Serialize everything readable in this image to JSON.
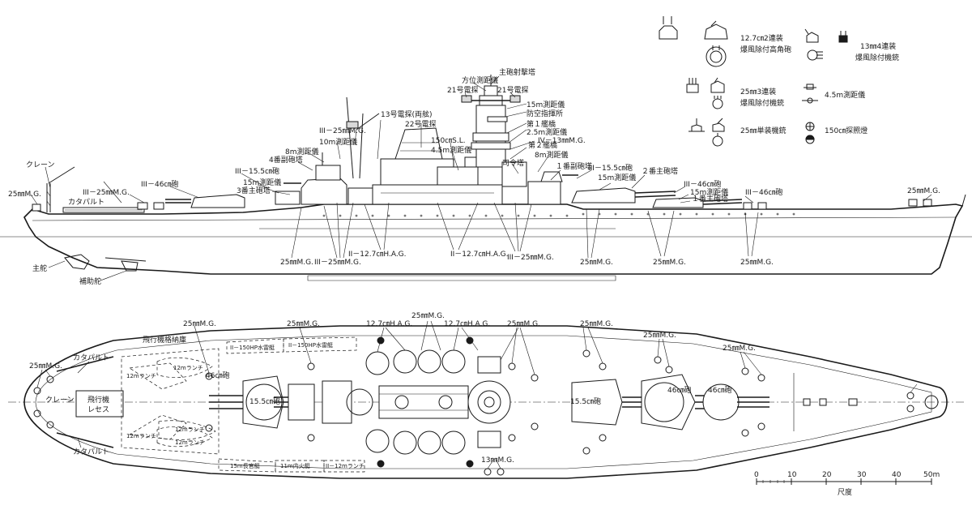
{
  "legend": {
    "items": [
      {
        "key": "hag2",
        "label_lines": [
          "12.7㎝2連装",
          "爆風除付高角砲"
        ]
      },
      {
        "key": "mg4",
        "label_lines": [
          "13㎜4連装",
          "爆風除付機銃"
        ]
      },
      {
        "key": "mg3",
        "label_lines": [
          "25㎜3連装",
          "爆風除付機銃"
        ]
      },
      {
        "key": "rf45",
        "label_lines": [
          "4.5m測距儀"
        ]
      },
      {
        "key": "mg1",
        "label_lines": [
          "25㎜単装機銃"
        ]
      },
      {
        "key": "sl150",
        "label_lines": [
          "150㎝探照燈"
        ]
      }
    ]
  },
  "side_view": {
    "labels": {
      "crane": "クレーン",
      "mg25_stern": "25㎜M.G.",
      "catapult": "カタパルト",
      "mg3_25_aft": "III－25㎜M.G.",
      "gun3_46_aft": "III－46㎝砲",
      "gun3_155_aft": "III－15.5㎝砲",
      "rf15_aft": "15m測距儀",
      "turret3": "3番主砲塔",
      "turret4_sec": "4番副砲塔",
      "rf8_aft": "8m測距儀",
      "rf10": "10m測距儀",
      "mg3_25_mast": "III－25㎜M.G.",
      "radar13": "13号電探(両舷)",
      "radar22": "22号電探",
      "sl150": "150㎝S.L.",
      "rf45": "4.5m測距儀",
      "radar21_l": "21号電探",
      "rangefinder_dir": "方位測距儀",
      "main_director": "主砲射撃塔",
      "radar21_r": "21号電探",
      "rf15_top": "15m測距儀",
      "aa_command": "防空指揮所",
      "bridge1": "第１艦橋",
      "rf25": "2.5m測距儀",
      "mg4_13": "IV－13㎜M.G.",
      "bridge2": "第２艦橋",
      "rf8_fwd": "8m測距儀",
      "conning": "司令塔",
      "turret1_sec": "１番副砲塔",
      "gun3_155_fwd": "III－15.5㎝砲",
      "rf15_fwd": "15m測距儀",
      "turret2": "２番主砲塔",
      "gun3_46_mid": "III－46㎝砲",
      "rf15_bow": "15m測距儀",
      "turret1": "１番主砲塔",
      "gun3_46_fwd": "III－46㎝砲",
      "mg25_bow": "25㎜M.G.",
      "rudder_main": "主舵",
      "rudder_aux": "補助舵",
      "mg25_b1": "25㎜M.G.",
      "mg3_25_b2": "III－25㎜M.G.",
      "hag_b3": "II－12.7㎝H.A.G.",
      "hag_b4": "II－12.7㎝H.A.G.",
      "mg3_25_b5": "III－25㎜M.G.",
      "mg25_b6": "25㎜M.G.",
      "mg25_b7": "25㎜M.G.",
      "mg25_b8": "25㎜M.G."
    }
  },
  "plan_view": {
    "labels": {
      "mg25_s1": "25㎜M.G.",
      "catapult_top": "カタパルト",
      "catapult_bot": "カタパルト",
      "crane": "クレーン",
      "hangar": "飛行機格納庫",
      "elevator_1": "飛行機",
      "elevator_2": "レセス",
      "launch12_a": "12mランチ",
      "launch12_b": "12mランチ",
      "launch12_c": "12mランチ",
      "launch12_d": "12mランチ",
      "launch12_e": "12mランチ",
      "mg25_s2": "25㎜M.G.",
      "mg25_s3": "25㎜M.G.",
      "gun46_a": "46㎝砲",
      "motorboat_a": "II－150HP水雷艇",
      "motorboat_b": "II－150HP水雷艇",
      "gun155_a": "15.5㎝砲",
      "boat15": "15m長官艇",
      "boat11": "11m内火艇",
      "launch12_f": "II－12mランチ",
      "hag_a": "12.7㎝H.A.G.",
      "mg25_c": "25㎜M.G.",
      "hag_b": "12.7㎝H.A.G.",
      "mg25_d": "25㎜M.G.",
      "mg13": "13㎜M.G.",
      "mg25_e": "25㎜M.G.",
      "gun155_b": "15.5㎝砲",
      "mg25_f": "25㎜M.G.",
      "gun46_b": "46㎝砲",
      "gun46_c": "46㎝砲",
      "mg25_g": "25㎜M.G."
    }
  },
  "scale": {
    "ticks": [
      "0",
      "10",
      "20",
      "30",
      "40",
      "50m"
    ],
    "caption": "尺度"
  }
}
